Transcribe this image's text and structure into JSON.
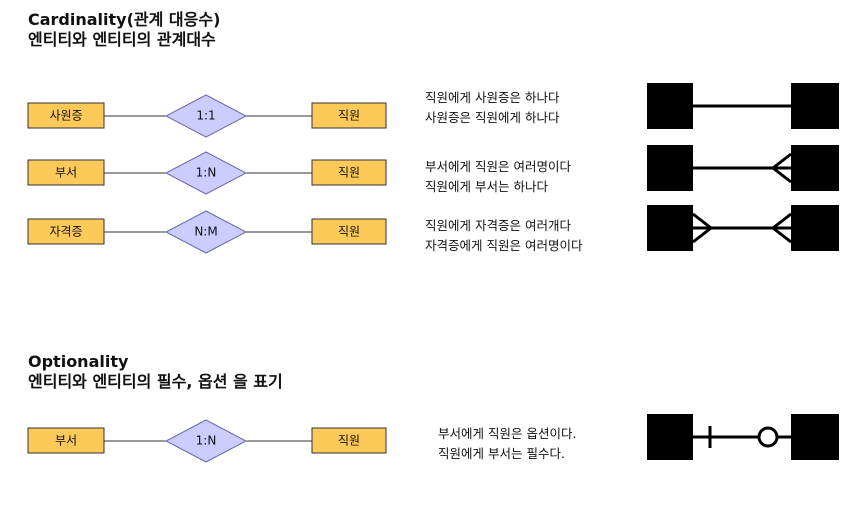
{
  "cardinality": {
    "title": "Cardinality(관계 대응수)",
    "subtitle": "엔티티와 엔티티의 관계대수",
    "rows": [
      {
        "left_entity": "사원증",
        "relation": "1:1",
        "right_entity": "직원",
        "desc_line1": "직원에게 사원증은 하나다",
        "desc_line2": "사원증은 직원에게 하나다",
        "notation": "one-to-one"
      },
      {
        "left_entity": "부서",
        "relation": "1:N",
        "right_entity": "직원",
        "desc_line1": "부서에게 직원은 여러명이다",
        "desc_line2": "직원에게 부서는 하나다",
        "notation": "one-to-many"
      },
      {
        "left_entity": "자격증",
        "relation": "N:M",
        "right_entity": "직원",
        "desc_line1": "직원에게 자격증은 여러개다",
        "desc_line2": "자격증에게 직원은 여러명이다",
        "notation": "many-to-many"
      }
    ]
  },
  "optionality": {
    "title": "Optionality",
    "subtitle": "엔티티와 엔티티의 필수, 옵션 을 표기",
    "row": {
      "left_entity": "부서",
      "relation": "1:N",
      "right_entity": "직원",
      "desc_line1": "부서에게 직원은 옵션이다.",
      "desc_line2": "직원에게 부서는 필수다.",
      "notation": "mandatory-to-optional"
    }
  },
  "colors": {
    "entity_fill": "#fdc958",
    "entity_stroke": "#333333",
    "relation_fill": "#ccccff",
    "relation_stroke": "#6c6ca8",
    "line": "#333333",
    "notation": "#000000"
  }
}
